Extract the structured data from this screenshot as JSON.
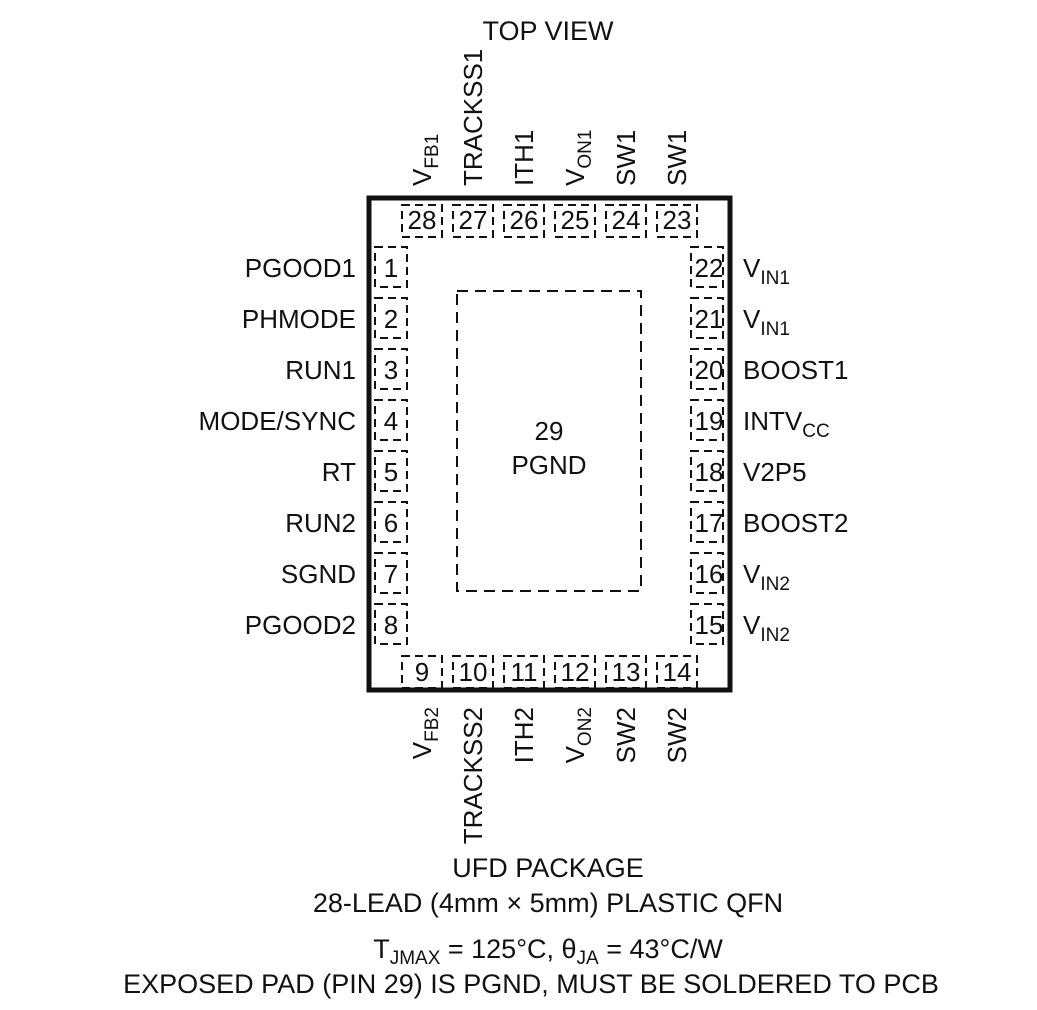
{
  "title": "TOP VIEW",
  "package": {
    "body_line_thickness": "heavy",
    "pad_style": "dashed",
    "exposed_pad": {
      "number": "29",
      "name": "PGND"
    }
  },
  "pins_left": [
    {
      "num": "1",
      "name": "PGOOD1"
    },
    {
      "num": "2",
      "name": "PHMODE"
    },
    {
      "num": "3",
      "name": "RUN1"
    },
    {
      "num": "4",
      "name": "MODE/SYNC"
    },
    {
      "num": "5",
      "name": "RT"
    },
    {
      "num": "6",
      "name": "RUN2"
    },
    {
      "num": "7",
      "name": "SGND"
    },
    {
      "num": "8",
      "name": "PGOOD2"
    }
  ],
  "pins_right": [
    {
      "num": "22",
      "base": "V",
      "sub": "IN1"
    },
    {
      "num": "21",
      "base": "V",
      "sub": "IN1"
    },
    {
      "num": "20",
      "base": "BOOST1",
      "sub": ""
    },
    {
      "num": "19",
      "base": "INTV",
      "sub": "CC"
    },
    {
      "num": "18",
      "base": "V2P5",
      "sub": ""
    },
    {
      "num": "17",
      "base": "BOOST2",
      "sub": ""
    },
    {
      "num": "16",
      "base": "V",
      "sub": "IN2"
    },
    {
      "num": "15",
      "base": "V",
      "sub": "IN2"
    }
  ],
  "pins_top": [
    {
      "num": "28",
      "base": "V",
      "sub": "FB1"
    },
    {
      "num": "27",
      "base": "TRACKSS1",
      "sub": ""
    },
    {
      "num": "26",
      "base": "ITH1",
      "sub": ""
    },
    {
      "num": "25",
      "base": "V",
      "sub": "ON1"
    },
    {
      "num": "24",
      "base": "SW1",
      "sub": ""
    },
    {
      "num": "23",
      "base": "SW1",
      "sub": ""
    }
  ],
  "pins_bottom": [
    {
      "num": "9",
      "base": "V",
      "sub": "FB2"
    },
    {
      "num": "10",
      "base": "TRACKSS2",
      "sub": ""
    },
    {
      "num": "11",
      "base": "ITH2",
      "sub": ""
    },
    {
      "num": "12",
      "base": "V",
      "sub": "ON2"
    },
    {
      "num": "13",
      "base": "SW2",
      "sub": ""
    },
    {
      "num": "14",
      "base": "SW2",
      "sub": ""
    }
  ],
  "footer": {
    "line1": "UFD PACKAGE",
    "line2": "28-LEAD (4mm × 5mm) PLASTIC QFN",
    "thermal": {
      "t_base": "T",
      "t_sub": "JMAX",
      "t_val": " = 125°C, ",
      "theta_base": "θ",
      "theta_sub": "JA",
      "theta_val": " = 43°C/W"
    },
    "line4": "EXPOSED PAD (PIN 29) IS PGND, MUST BE SOLDERED TO PCB"
  }
}
